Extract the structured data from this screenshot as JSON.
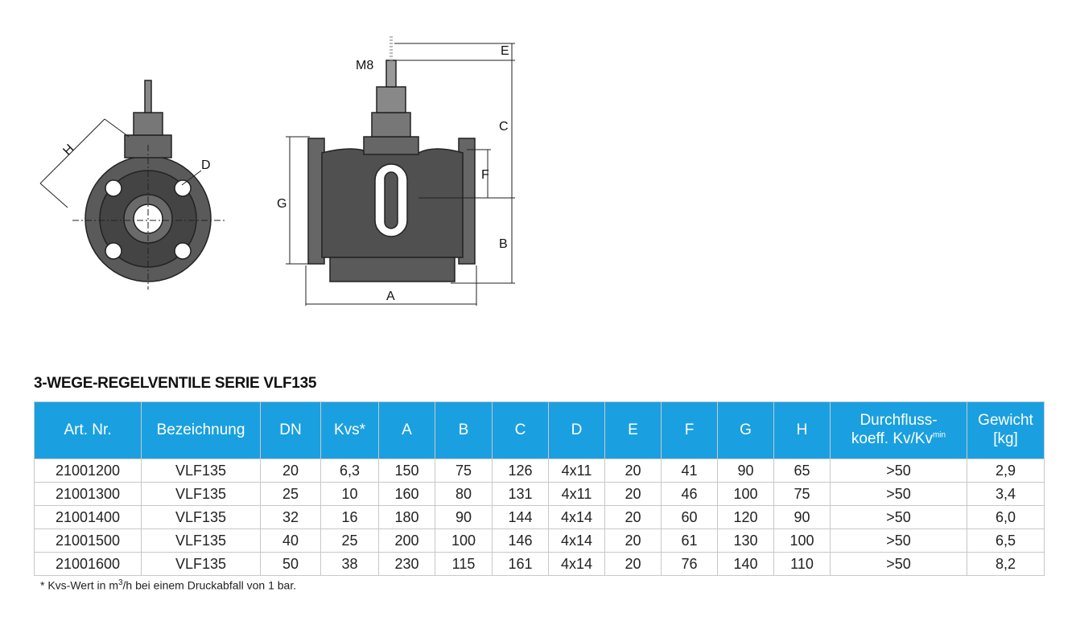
{
  "drawing": {
    "labels": {
      "m8": "M8",
      "e": "E",
      "c": "C",
      "f": "F",
      "b": "B",
      "g": "G",
      "a": "A",
      "h": "H",
      "d": "D"
    }
  },
  "title": "3-WEGE-REGELVENTILE SERIE VLF135",
  "table": {
    "headers": [
      "Art. Nr.",
      "Bezeichnung",
      "DN",
      "Kvs*",
      "A",
      "B",
      "C",
      "D",
      "E",
      "F",
      "G",
      "H",
      "Durchfluss-koeff. Kv/Kvmin",
      "Gewicht [kg]"
    ],
    "header_parts": {
      "flow_line1": "Durchfluss-",
      "flow_line2": "koeff. Kv/Kv",
      "flow_sup": "min",
      "weight_line1": "Gewicht",
      "weight_line2": "[kg]"
    },
    "rows": [
      [
        "21001200",
        "VLF135",
        "20",
        "6,3",
        "150",
        "75",
        "126",
        "4x11",
        "20",
        "41",
        "90",
        "65",
        ">50",
        "2,9"
      ],
      [
        "21001300",
        "VLF135",
        "25",
        "10",
        "160",
        "80",
        "131",
        "4x11",
        "20",
        "46",
        "100",
        "75",
        ">50",
        "3,4"
      ],
      [
        "21001400",
        "VLF135",
        "32",
        "16",
        "180",
        "90",
        "144",
        "4x14",
        "20",
        "60",
        "120",
        "90",
        ">50",
        "6,0"
      ],
      [
        "21001500",
        "VLF135",
        "40",
        "25",
        "200",
        "100",
        "146",
        "4x14",
        "20",
        "61",
        "130",
        "100",
        ">50",
        "6,5"
      ],
      [
        "21001600",
        "VLF135",
        "50",
        "38",
        "230",
        "115",
        "161",
        "4x14",
        "20",
        "76",
        "140",
        "110",
        ">50",
        "8,2"
      ]
    ]
  },
  "note": {
    "pre": "* Kvs-Wert in m",
    "sup": "3",
    "post": "/h bei einem Druckabfall von 1 bar."
  }
}
